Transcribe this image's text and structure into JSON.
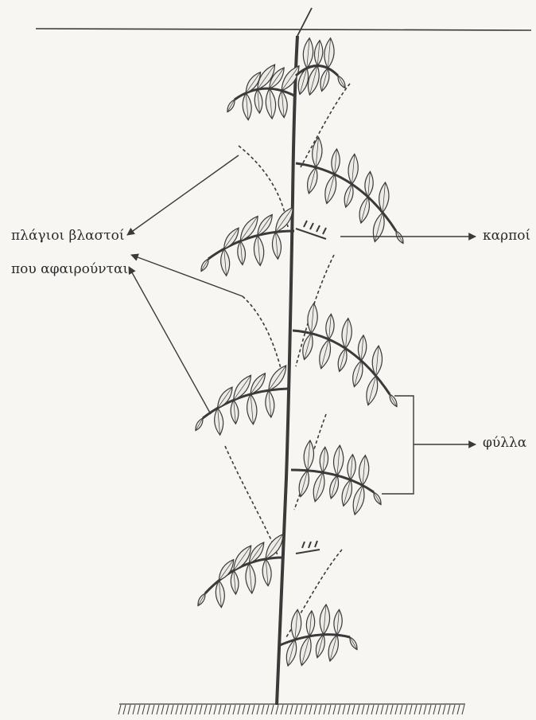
{
  "labels": {
    "side_shoots_line1": "πλάγιοι βλαστοί",
    "side_shoots_line2": "που αφαιρούνται",
    "fruits": "καρποί",
    "leaves": "φύλλα"
  },
  "colors": {
    "ink": "#3a3a3a",
    "paper": "#f7f6f2",
    "leaf_fill": "#ecebe6"
  }
}
